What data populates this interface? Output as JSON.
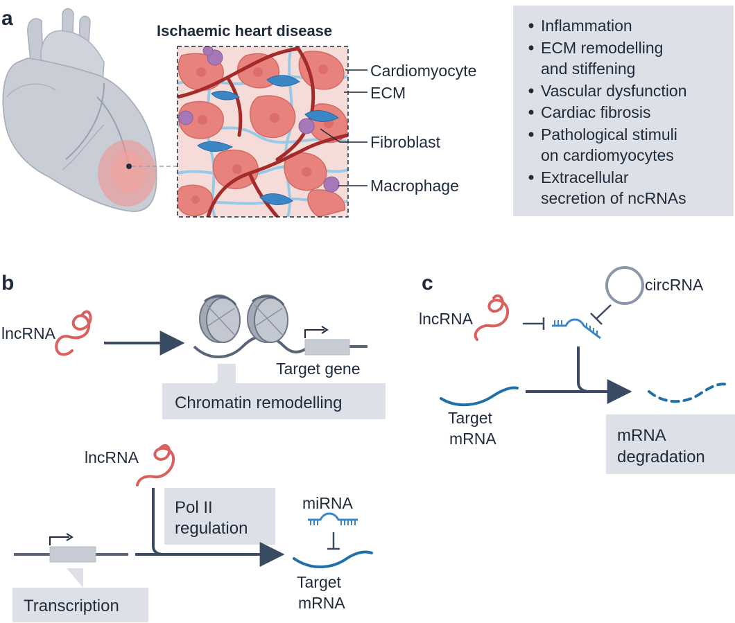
{
  "panels": {
    "a": {
      "letter": "a",
      "title": "Ischaemic heart disease",
      "labels": [
        "Cardiomyocyte",
        "ECM",
        "Fibroblast",
        "Macrophage"
      ],
      "features": [
        [
          "Inflammation"
        ],
        [
          "ECM remodelling",
          "and stiffening"
        ],
        [
          "Vascular dysfunction"
        ],
        [
          "Cardiac fibrosis"
        ],
        [
          "Pathological stimuli",
          "on cardiomyocytes"
        ],
        [
          "Extracellular",
          "secretion of ncRNAs"
        ]
      ]
    },
    "b": {
      "letter": "b",
      "lncrna_1": "lncRNA",
      "target_gene": "Target gene",
      "chromatin_box": "Chromatin remodelling",
      "lncrna_2": "lncRNA",
      "pol_box_line1": "Pol II",
      "pol_box_line2": "regulation",
      "mirna": "miRNA",
      "target_mrna_line1": "Target",
      "target_mrna_line2": "mRNA",
      "transcription_box": "Transcription"
    },
    "c": {
      "letter": "c",
      "lncrna": "lncRNA",
      "circrna": "circRNA",
      "target_mrna_line1": "Target",
      "target_mrna_line2": "mRNA",
      "degradation_line1": "mRNA",
      "degradation_line2": "degradation"
    }
  },
  "colors": {
    "text": "#1f2b3b",
    "arrow": "#3b4a63",
    "box": "#dde1e7",
    "rna_red": "#d9605e",
    "mrna_blue": "#1f6fa8",
    "mirna_blue": "#3d86c6",
    "heart": "#c9cdd6",
    "cardiomyocyte": "#e8827d",
    "vessel": "#a52a2a",
    "ecm": "#8ec7e8",
    "macrophage": "#a678b8"
  },
  "icons": [
    "heart-illustration",
    "tissue-inset",
    "lncrna-squiggle",
    "nucleosome",
    "gene-box",
    "mirna-icon",
    "circrna-ring"
  ]
}
